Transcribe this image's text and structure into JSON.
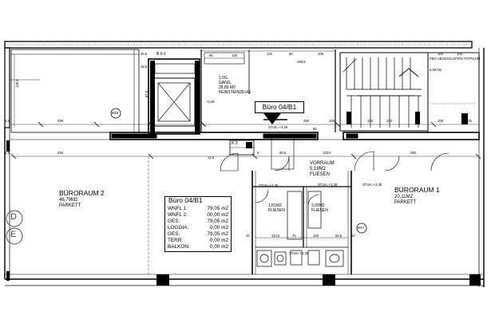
{
  "rooms": {
    "bueroraum2": {
      "name": "BÜRORAUM 2",
      "area": "46,79M2",
      "floor": "PARKETT"
    },
    "bueroraum1": {
      "name": "BÜRORAUM 1",
      "area": "20,11M2",
      "floor": "PARKETT"
    },
    "vorraum": {
      "name": "VORRAUM",
      "area": "5,19M2",
      "floor": "FLIESEN"
    },
    "wc1": {
      "area": "1,81M2",
      "floor": "FLIESEN"
    },
    "wc2": {
      "area": "3,05M2",
      "floor": "FLIESEN"
    },
    "gang": {
      "code": "1.0G",
      "name": "GANG",
      "area": "28,89 M2",
      "floor": "FEINSTEINZEUG"
    },
    "totraum": {
      "name": "FBG-ABGEHAUSTEN TOTRAUM",
      "area": "5,85 M2"
    }
  },
  "unit": {
    "title": "Büro 04/B1",
    "rows": [
      {
        "key": "WNFL 1:",
        "value": "79,05 m2"
      },
      {
        "key": "WNFL 2:",
        "value": "00,00 m2"
      },
      {
        "key": "GES:",
        "value": "79,05 m2"
      },
      {
        "key": "LOGGIA:",
        "value": "0,00 m2"
      },
      {
        "key": "GES:",
        "value": "79,05 m2"
      },
      {
        "key": "TERR:",
        "value": "0,00 m2"
      },
      {
        "key": "BALKON:",
        "value": "0,00 m2"
      }
    ]
  },
  "labels": {
    "entrance_title": "Büro 04/B1",
    "stuk_level_top": "STUK=+3,38",
    "stuk_a": "STUK=+3,38",
    "stuk_b": "STUK=+3,38",
    "stuk_c": "STUK=+3,38",
    "stuk_d": "STUK=+3,38",
    "shaft": "B.5-1",
    "k3": "K.3",
    "level_small": "+3,38",
    "d_letter": "D",
    "e_letter": "E",
    "m18": "M18",
    "m17": "M17"
  },
  "dims": {
    "top": [
      "132",
      "60",
      "288,5",
      "105",
      "100",
      "105"
    ],
    "middle": [
      "338",
      "285",
      "108",
      "80",
      "100",
      "240",
      "108",
      "100"
    ],
    "lower": [
      "346",
      "143,5",
      "88,5",
      "5",
      "385"
    ],
    "wc": [
      "113,5",
      "75",
      "100",
      "83,5",
      "10",
      "10"
    ],
    "side_left": [
      "129,5",
      "97,5",
      "4,5",
      "4,5"
    ],
    "misc": [
      "65",
      "130",
      "26,5",
      "16,5",
      "12,5"
    ]
  }
}
